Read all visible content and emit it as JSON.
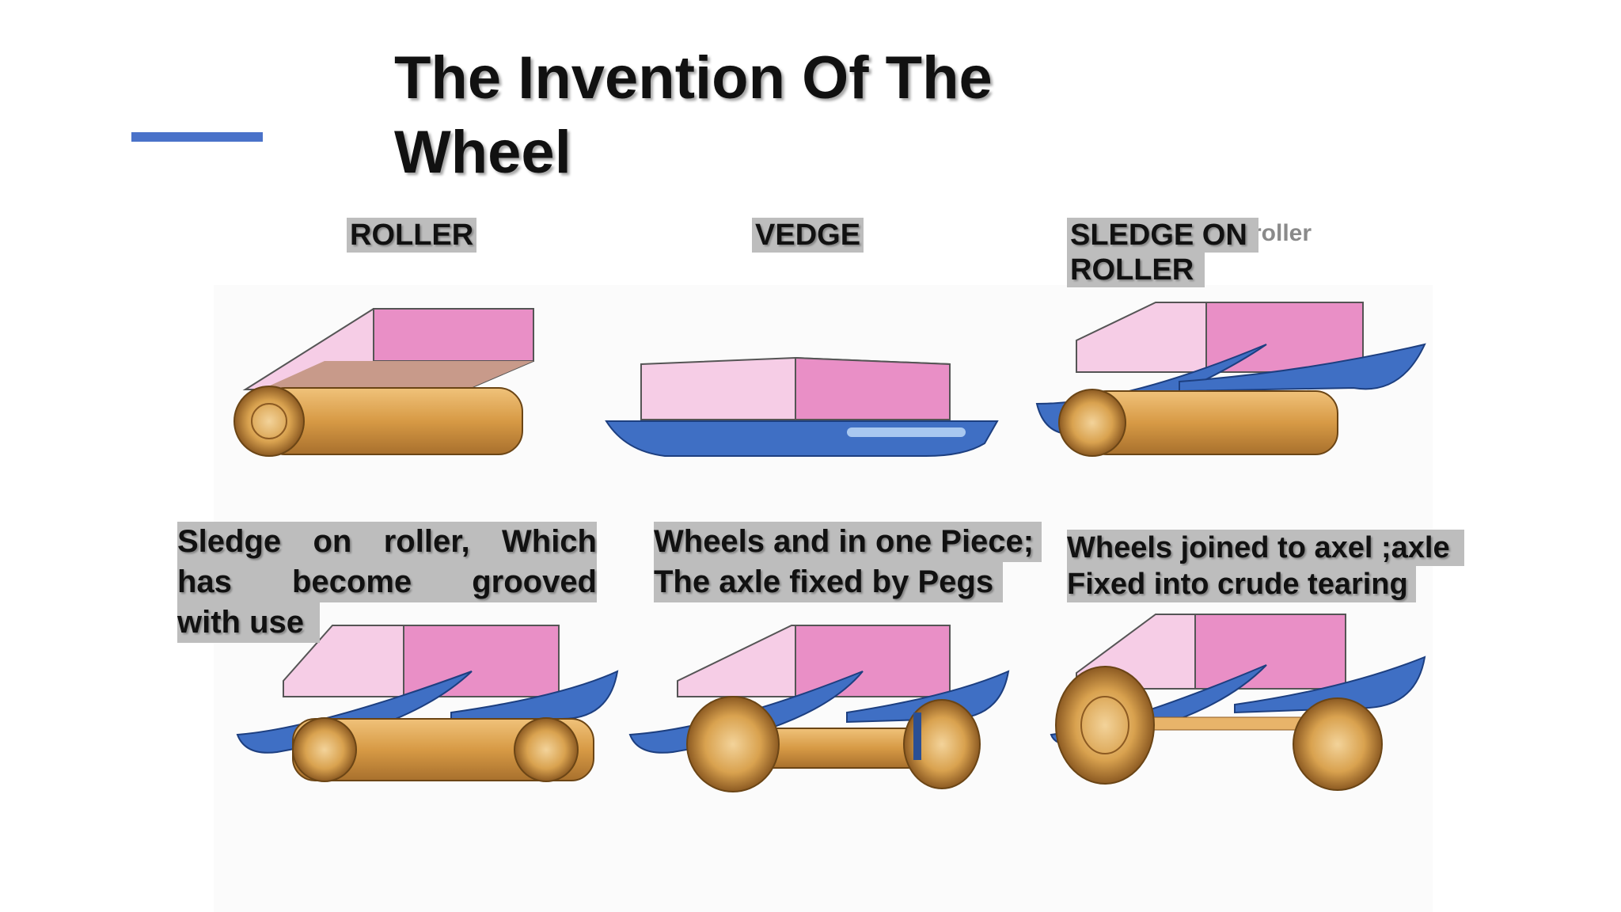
{
  "slide": {
    "title_line1": "The Invention Of The",
    "title_line2": "Wheel"
  },
  "labels": {
    "roller": "ROLLER",
    "vedge": "VEDGE",
    "sledge_on_line1": "SLEDGE ON",
    "sledge_on_line2": "ROLLER",
    "faded_text": "roller"
  },
  "captions": {
    "grooved": {
      "line1": "Sledge on roller, Which",
      "line2": "has become grooved",
      "line3": "with use"
    },
    "one_piece": {
      "line1": "Wheels and in one Piece;",
      "line2": "The axle fixed by Pegs"
    },
    "axel": {
      "line1": "Wheels joined to axel ;axle",
      "line2": "Fixed into crude tearing"
    }
  },
  "colors": {
    "accent": "#4a72c9",
    "highlight": "#bdbdbd",
    "box_light": "#f6cde6",
    "box_dark": "#e98fc6",
    "runner": "#3f6fc4",
    "wood": "#d9a24f"
  }
}
